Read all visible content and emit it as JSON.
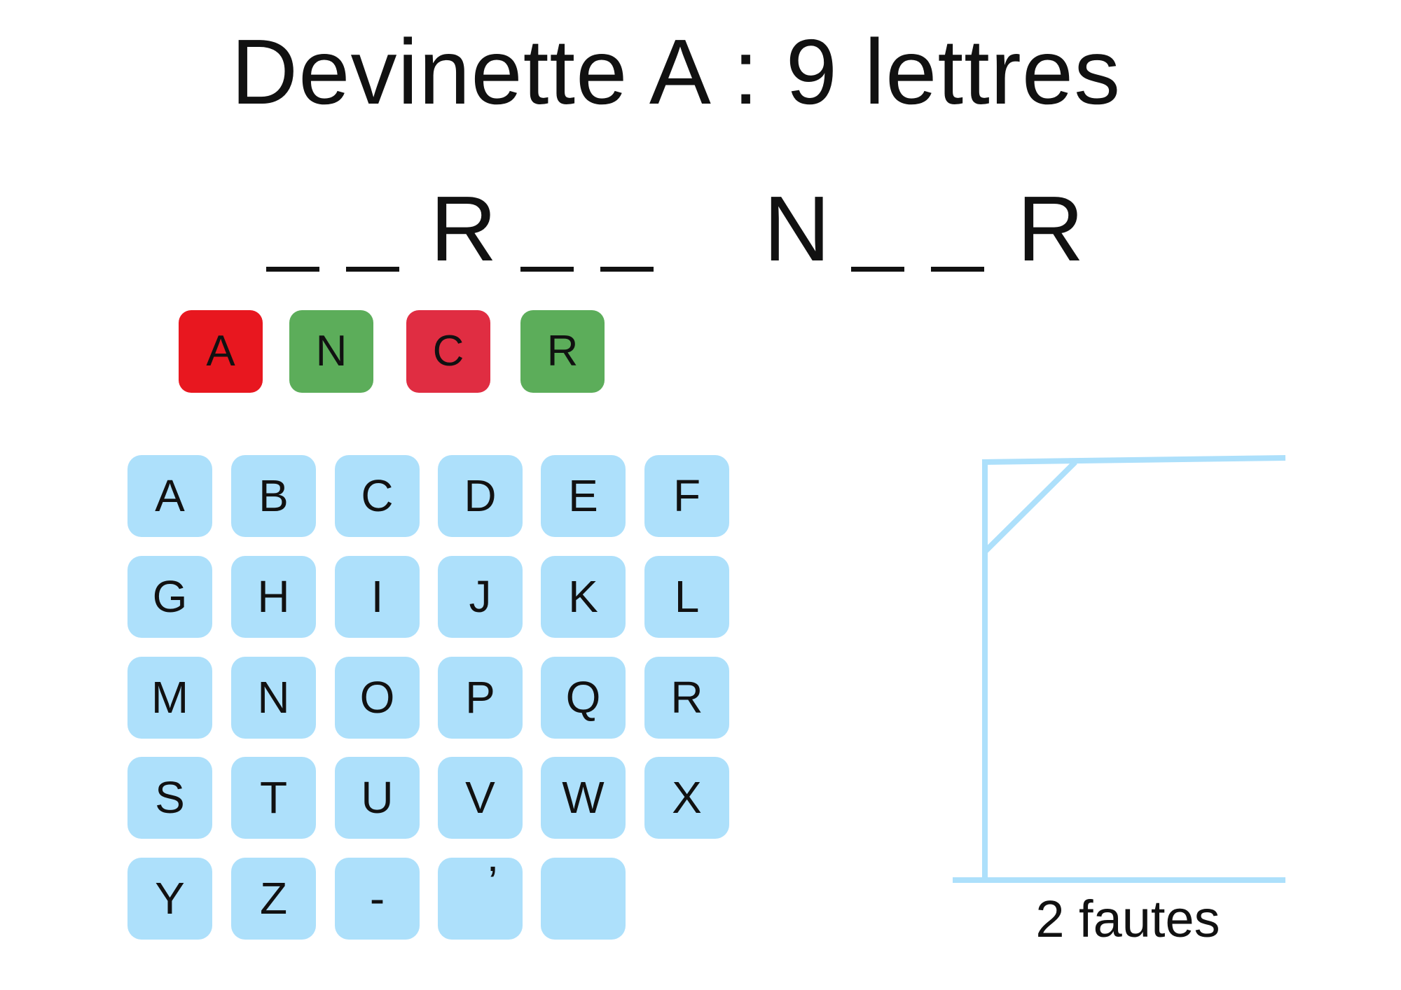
{
  "title": "Devinette A : 9 lettres",
  "word": {
    "slots": [
      "",
      "",
      "R",
      "",
      "",
      "N",
      "",
      "",
      "R"
    ]
  },
  "used_letters": [
    {
      "letter": "A",
      "status": "wrong",
      "color": "#e8171f"
    },
    {
      "letter": "N",
      "status": "correct",
      "color": "#5cad5a"
    },
    {
      "letter": "C",
      "status": "wrong",
      "color": "#e02d42"
    },
    {
      "letter": "R",
      "status": "correct",
      "color": "#5cad5a"
    }
  ],
  "keyboard": {
    "key_color": "#ade0fb",
    "keys": [
      "A",
      "B",
      "C",
      "D",
      "E",
      "F",
      "G",
      "H",
      "I",
      "J",
      "K",
      "L",
      "M",
      "N",
      "O",
      "P",
      "Q",
      "R",
      "S",
      "T",
      "U",
      "V",
      "W",
      "X",
      "Y",
      "Z",
      "-",
      "’",
      ""
    ]
  },
  "gallows": {
    "color": "#ade0fb"
  },
  "faults_label": "2 fautes"
}
